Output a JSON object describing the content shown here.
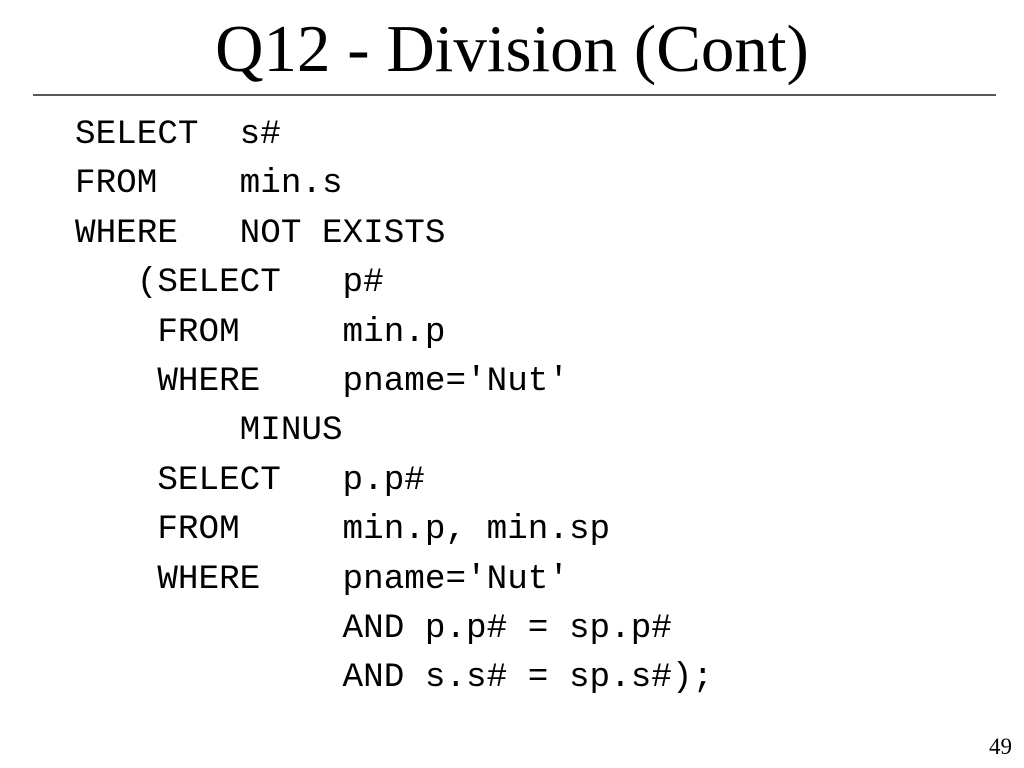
{
  "slide": {
    "title": "Q12 - Division (Cont)",
    "page_number": "49",
    "code_lines": [
      "SELECT  s#",
      "FROM    min.s",
      "WHERE   NOT EXISTS",
      "   (SELECT   p#",
      "    FROM     min.p",
      "    WHERE    pname='Nut'",
      "        MINUS",
      "    SELECT   p.p#",
      "    FROM     min.p, min.sp",
      "    WHERE    pname='Nut'",
      "             AND p.p# = sp.p#",
      "             AND s.s# = sp.s#);"
    ],
    "colors": {
      "background": "#ffffff",
      "text": "#000000",
      "divider": "#595959"
    }
  }
}
